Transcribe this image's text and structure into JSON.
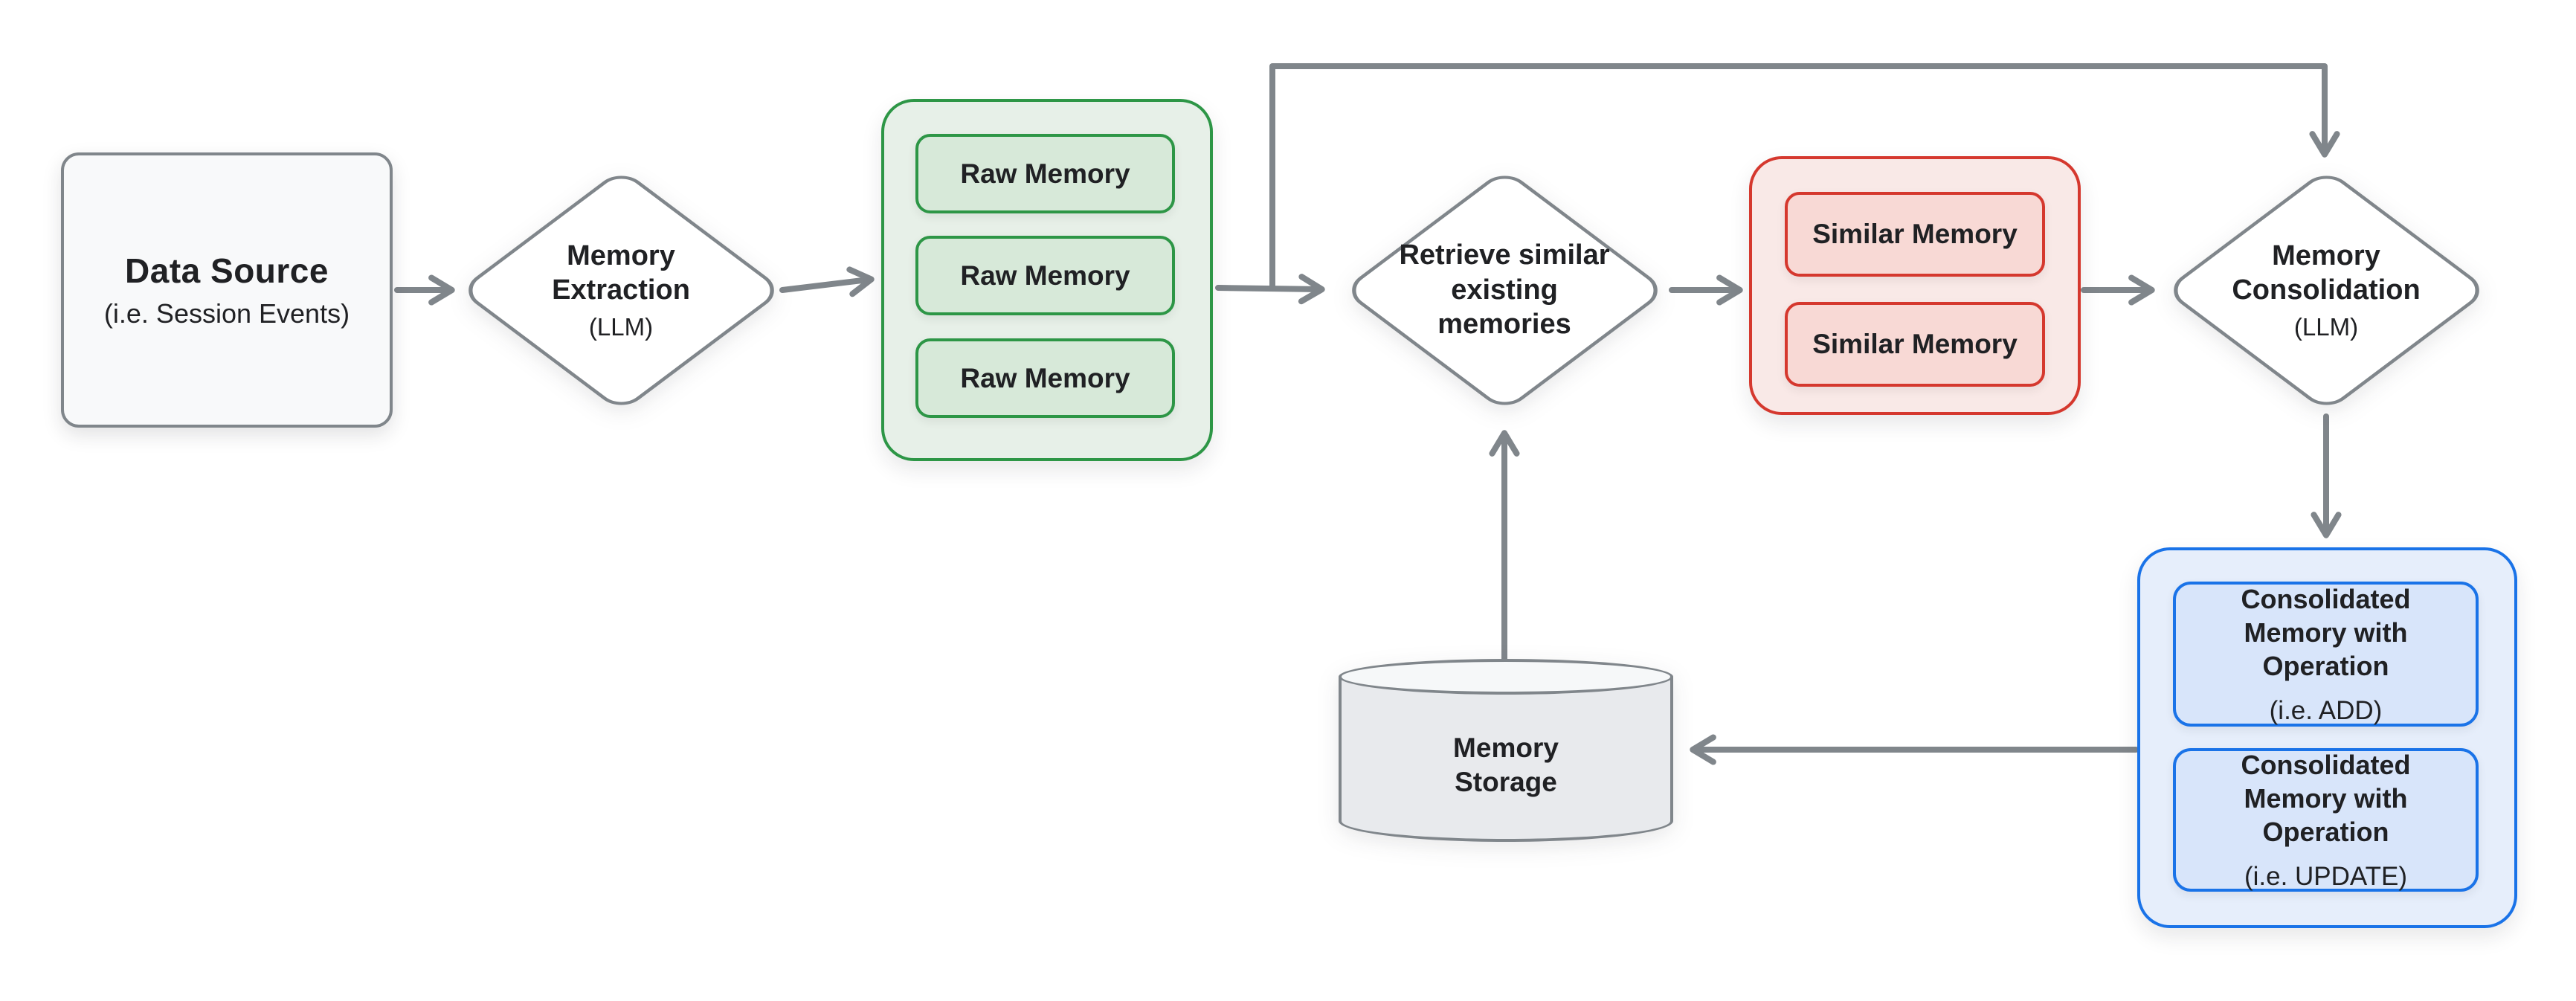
{
  "palette": {
    "gray_stroke": "#80868b",
    "text": "#202124",
    "neutral_fill": "#f8f9fa",
    "green_border": "#2d9646",
    "green_container": "#e7f0e8",
    "green_box": "#d7e9d9",
    "red_border": "#d5382e",
    "red_container": "#f9e9e7",
    "red_box": "#f8d9d5",
    "blue_border": "#1a73e8",
    "blue_container": "#e6eefb",
    "blue_box": "#d8e5fa",
    "storage_body": "#e8eaed",
    "storage_top": "#f6f8f9"
  },
  "nodes": {
    "data_source": {
      "title": "Data Source",
      "subtitle": "(i.e. Session Events)"
    },
    "memory_extraction": {
      "line1": "Memory",
      "line2": "Extraction",
      "subtitle": "(LLM)"
    },
    "raw_memories": {
      "items": [
        "Raw Memory",
        "Raw Memory",
        "Raw Memory"
      ]
    },
    "retrieve": {
      "line1": "Retrieve similar",
      "line2": "existing",
      "line3": "memories"
    },
    "similar_memories": {
      "items": [
        "Similar Memory",
        "Similar Memory"
      ]
    },
    "memory_consolidation": {
      "line1": "Memory",
      "line2": "Consolidation",
      "subtitle": "(LLM)"
    },
    "consolidated_memories": {
      "items": [
        {
          "title": "Consolidated Memory with Operation",
          "subtitle": "(i.e. ADD)"
        },
        {
          "title": "Consolidated Memory with Operation",
          "subtitle": "(i.e. UPDATE)"
        }
      ]
    },
    "memory_storage": {
      "line1": "Memory",
      "line2": "Storage"
    }
  }
}
